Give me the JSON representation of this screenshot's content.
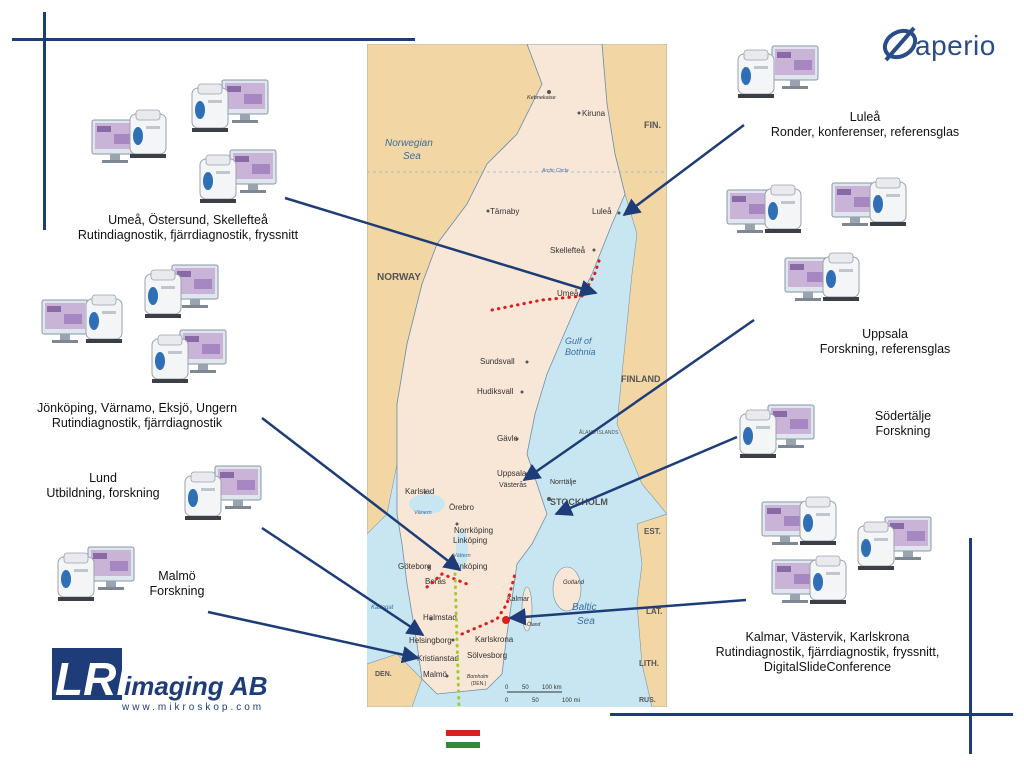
{
  "brand": {
    "aperio_name": "aperio",
    "lri_name": "imaging AB",
    "lri_initials": "LRi",
    "lri_website": "www.mikroskop.com"
  },
  "colors": {
    "frame": "#1e3d78",
    "sea": "#c7e6f2",
    "land_sweden": "#f8e6d6",
    "land_other": "#f2d6a4",
    "connector": "#1e3d78",
    "route_red": "#d81e1e",
    "route_green": "#a3c832"
  },
  "sites": [
    {
      "id": "umea",
      "name": "Umeå, Östersund, Skellefteå",
      "detail": "Rutindiagnostik, fjärrdiagnostik, fryssnitt"
    },
    {
      "id": "lulea",
      "name": "Luleå",
      "detail": "Ronder, konferenser, referensglas"
    },
    {
      "id": "uppsala",
      "name": "Uppsala",
      "detail": "Forskning, referensglas"
    },
    {
      "id": "sodertalje",
      "name": "Södertälje",
      "detail": "Forskning"
    },
    {
      "id": "jonkoping",
      "name": "Jönköping, Värnamo, Eksjö, Ungern",
      "detail": "Rutindiagnostik, fjärrdiagnostik"
    },
    {
      "id": "lund",
      "name": "Lund",
      "detail": "Utbildning, forskning"
    },
    {
      "id": "malmo",
      "name": "Malmö",
      "detail": "Forskning"
    },
    {
      "id": "kalmar",
      "name": "Kalmar, Västervik, Karlskrona",
      "detail": "Rutindiagnostik, fjärrdiagnostik, fryssnitt,",
      "detail2": "DigitalSlideConference"
    }
  ],
  "map": {
    "seas": [
      "Norwegian",
      "Sea",
      "Gulf of",
      "Bothnia",
      "Baltic",
      "Sea",
      "Kattegat",
      "Arctic Circle"
    ],
    "countries": [
      "NORWAY",
      "FIN.",
      "FINLAND",
      "EST.",
      "LAT.",
      "LITH.",
      "DEN.",
      "RUS."
    ],
    "cities": [
      "Kiruna",
      "Kebnekaise",
      "Tärnaby",
      "Luleå",
      "Skellefteå",
      "Umeå",
      "Sundsvall",
      "Hudiksvall",
      "Gävle",
      "Uppsala",
      "Västerås",
      "Norrtälje",
      "STOCKHOLM",
      "Karlstad",
      "Örebro",
      "Vänern",
      "Norrköping",
      "Linköping",
      "Vättern",
      "Göteborg",
      "Jönköping",
      "Borås",
      "Halmstad",
      "Helsingborg",
      "Kristianstad",
      "Malmö",
      "Kalmar",
      "Karlskrona",
      "Sölvesborg",
      "Gotland",
      "Öland",
      "ÅLAND ISLANDS",
      "Bornholm",
      "(DEN.)"
    ],
    "scale_km": [
      "0",
      "50",
      "100 km"
    ],
    "scale_mi": [
      "0",
      "50",
      "100 mi"
    ]
  }
}
